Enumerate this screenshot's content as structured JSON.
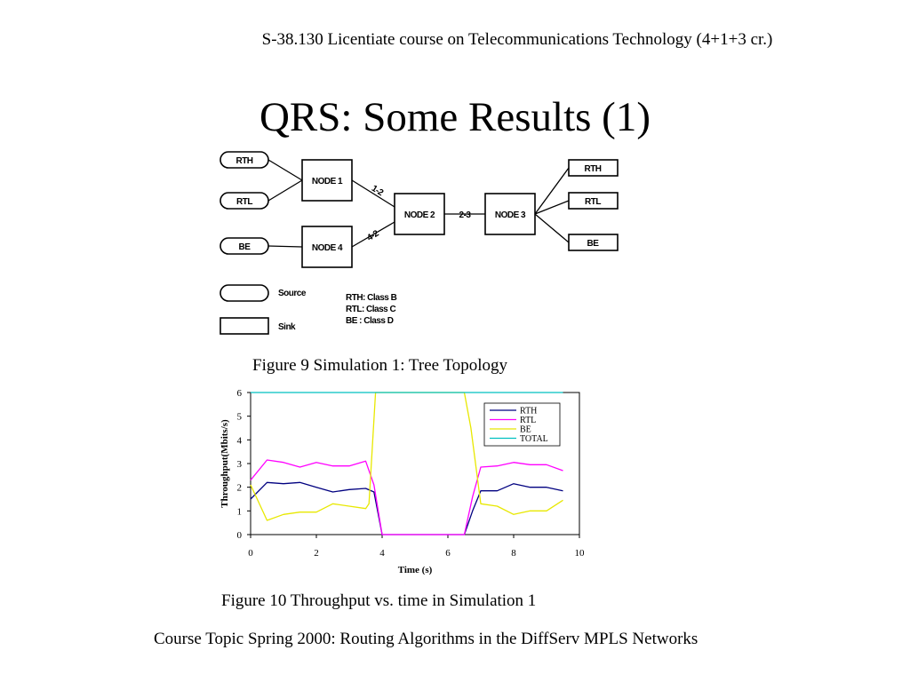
{
  "slide": {
    "header": "S-38.130 Licentiate course on Telecommunications Technology (4+1+3 cr.)",
    "title": "QRS: Some Results (1)",
    "footer": "Course Topic Spring 2000: Routing Algorithms in the DiffServ MPLS Networks"
  },
  "figure9": {
    "caption": "Figure 9 Simulation 1: Tree Topology",
    "sources": [
      "RTH",
      "RTL",
      "BE"
    ],
    "nodes": [
      "NODE 1",
      "NODE 2",
      "NODE 3",
      "NODE 4"
    ],
    "links": [
      "1-2",
      "2-3",
      "4-2"
    ],
    "sinks": [
      "RTH",
      "RTL",
      "BE"
    ],
    "legend": {
      "source_label": "Source",
      "sink_label": "Sink",
      "classes": [
        "RTH: Class B",
        "RTL: Class C",
        "BE : Class D"
      ]
    }
  },
  "figure10": {
    "caption": "Figure 10 Throughput vs. time in Simulation 1"
  },
  "chart_data": {
    "type": "line",
    "title": "",
    "xlabel": "Time (s)",
    "ylabel": "Throughput(Mbits/s)",
    "xlim": [
      0,
      10
    ],
    "ylim": [
      0,
      6
    ],
    "xticks": [
      0,
      2,
      4,
      6,
      8,
      10
    ],
    "yticks": [
      0,
      1,
      2,
      3,
      4,
      5,
      6
    ],
    "grid": false,
    "legend_position": "top-right",
    "series": [
      {
        "name": "RTH",
        "color": "#000080",
        "x": [
          0,
          0.5,
          1.0,
          1.5,
          2.0,
          2.5,
          3.0,
          3.5,
          3.75,
          4.0,
          4.5,
          5.0,
          5.5,
          6.0,
          6.5,
          6.75,
          7.0,
          7.5,
          8.0,
          8.5,
          9.0,
          9.5
        ],
        "y": [
          1.5,
          2.2,
          2.15,
          2.2,
          2.0,
          1.8,
          1.9,
          1.95,
          1.8,
          0,
          0,
          0,
          0,
          0,
          0,
          1.0,
          1.85,
          1.85,
          2.15,
          2.0,
          2.0,
          1.85
        ]
      },
      {
        "name": "RTL",
        "color": "#ff00ff",
        "x": [
          0,
          0.5,
          1.0,
          1.5,
          2.0,
          2.5,
          3.0,
          3.5,
          3.75,
          4.0,
          4.5,
          5.0,
          5.5,
          6.0,
          6.5,
          6.75,
          7.0,
          7.5,
          8.0,
          8.5,
          9.0,
          9.5
        ],
        "y": [
          2.3,
          3.15,
          3.05,
          2.85,
          3.05,
          2.9,
          2.9,
          3.1,
          2.1,
          0,
          0,
          0,
          0,
          0,
          0,
          1.6,
          2.85,
          2.9,
          3.05,
          2.95,
          2.95,
          2.7
        ]
      },
      {
        "name": "BE",
        "color": "#e8e800",
        "x": [
          0,
          0.5,
          1.0,
          1.5,
          2.0,
          2.5,
          3.0,
          3.5,
          3.6,
          3.8,
          4.0,
          4.5,
          5.0,
          5.5,
          6.0,
          6.5,
          6.7,
          7.0,
          7.5,
          8.0,
          8.5,
          9.0,
          9.5
        ],
        "y": [
          2.1,
          0.6,
          0.85,
          0.95,
          0.95,
          1.3,
          1.2,
          1.1,
          1.3,
          6.0,
          6.0,
          6.0,
          6.0,
          6.0,
          6.0,
          6.0,
          4.5,
          1.3,
          1.2,
          0.85,
          1.0,
          1.0,
          1.45
        ]
      },
      {
        "name": "TOTAL",
        "color": "#00c0c0",
        "x": [
          0,
          2,
          4,
          6,
          8,
          9.5
        ],
        "y": [
          6.0,
          6.0,
          6.0,
          6.0,
          6.0,
          6.0
        ]
      }
    ]
  }
}
